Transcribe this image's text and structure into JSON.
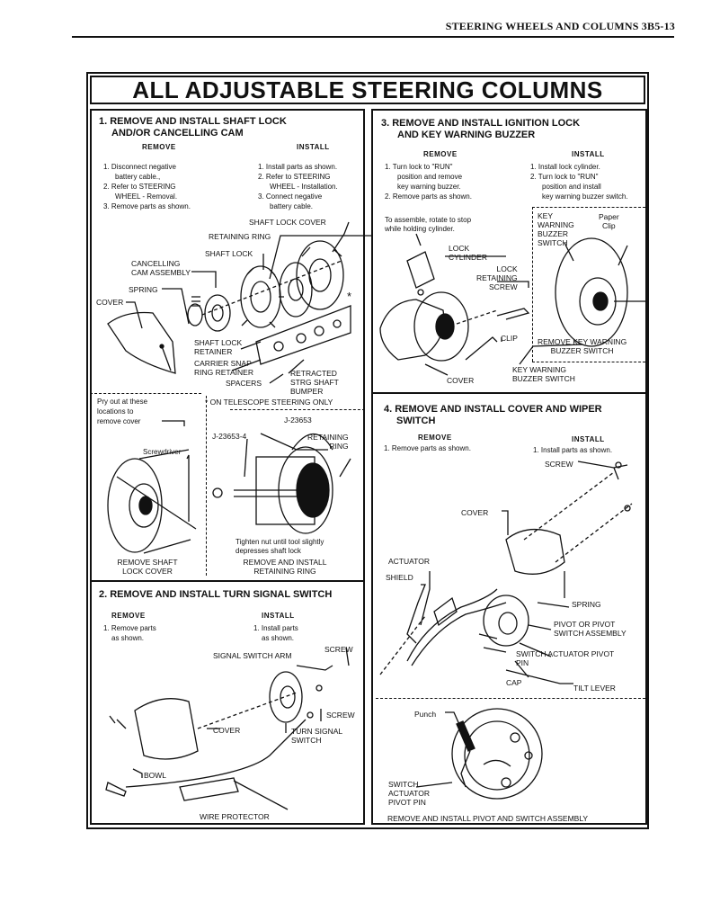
{
  "header": "STEERING WHEELS AND COLUMNS  3B5-13",
  "title": "ALL ADJUSTABLE STEERING COLUMNS",
  "s1": {
    "heading1": "1. REMOVE AND INSTALL SHAFT LOCK",
    "heading2": "AND/OR CANCELLING CAM",
    "remove_title": "REMOVE",
    "install_title": "INSTALL",
    "remove_steps": [
      "1. Disconnect negative",
      "battery cable.,",
      "2. Refer to STEERING",
      "WHEEL - Removal.",
      "3. Remove parts as shown."
    ],
    "install_steps": [
      "1. Install parts as shown.",
      "2. Refer to STEERING",
      "WHEEL - Installation.",
      "3. Connect negative",
      "battery cable."
    ],
    "labels": {
      "shaft_lock_cover": "SHAFT LOCK COVER",
      "retaining_ring": "RETAINING RING",
      "shaft_lock": "SHAFT LOCK",
      "cancelling_cam_1": "CANCELLING",
      "cancelling_cam_2": "CAM ASSEMBLY",
      "spring": "SPRING",
      "cover": "COVER",
      "shaft_lock_retainer_1": "SHAFT LOCK",
      "shaft_lock_retainer_2": "RETAINER",
      "carrier_1": "CARRIER SNAP",
      "carrier_2": "RING RETAINER",
      "spacers": "SPACERS",
      "retracted_1": "RETRACTED",
      "retracted_2": "STRG SHAFT",
      "retracted_3": "BUMPER",
      "asterisk": "*",
      "telescope_note": "* ON TELESCOPE STEERING ONLY"
    },
    "pry_note": [
      "Pry out at these",
      "locations to",
      "remove cover"
    ],
    "screwdriver": "Screwdriver",
    "remove_shaft_cover": [
      "REMOVE SHAFT",
      "LOCK COVER"
    ],
    "j23653": "J-23653",
    "j23653_4": "J-23653-4",
    "retaining_ring": [
      "RETAINING",
      "RING"
    ],
    "tighten_note": [
      "Tighten nut until tool slightly",
      "depresses shaft lock"
    ],
    "remove_install_ring": [
      "REMOVE AND INSTALL",
      "RETAINING RING"
    ]
  },
  "s2": {
    "heading": "2. REMOVE AND INSTALL TURN SIGNAL SWITCH",
    "remove_title": "REMOVE",
    "install_title": "INSTALL",
    "remove_steps": [
      "1. Remove parts",
      "as shown."
    ],
    "install_steps": [
      "1. Install parts",
      "as shown."
    ],
    "labels": {
      "screw_top": "SCREW",
      "signal_arm": "SIGNAL SWITCH ARM",
      "screw": "SCREW",
      "cover": "COVER",
      "turn_signal_1": "TURN SIGNAL",
      "turn_signal_2": "SWITCH",
      "bowl": "BOWL",
      "wire_protector": "WIRE PROTECTOR"
    }
  },
  "s3": {
    "heading1": "3. REMOVE AND INSTALL IGNITION LOCK",
    "heading2": "AND KEY WARNING BUZZER",
    "remove_title": "REMOVE",
    "install_title": "INSTALL",
    "remove_steps": [
      "1. Turn lock to \"RUN\"",
      "position and remove",
      "key warning buzzer.",
      "2. Remove parts as shown."
    ],
    "install_steps": [
      "1. Install lock cylinder.",
      "2. Turn lock to \"RUN\"",
      "position and install",
      "key warning buzzer switch."
    ],
    "assemble_note": [
      "To assemble, rotate to stop",
      "while holding cylinder."
    ],
    "labels": {
      "lock_cylinder_1": "LOCK",
      "lock_cylinder_2": "CYLINDER",
      "lock_retaining_1": "LOCK",
      "lock_retaining_2": "RETAINING",
      "lock_retaining_3": "SCREW",
      "clip": "CLIP",
      "cover": "COVER",
      "key_buzzer_1": "KEY",
      "key_buzzer_2": "WARNING",
      "key_buzzer_3": "BUZZER",
      "key_buzzer_4": "SWITCH",
      "paper": "Paper",
      "clip2": "Clip",
      "remove_key_1": "REMOVE KEY WARNING",
      "remove_key_2": "BUZZER SWITCH",
      "kw_1": "KEY WARNING",
      "kw_2": "BUZZER SWITCH"
    }
  },
  "s4": {
    "heading1": "4. REMOVE AND INSTALL COVER AND WIPER",
    "heading2": "SWITCH",
    "remove_title": "REMOVE",
    "install_title": "INSTALL",
    "remove_steps": [
      "1. Remove parts as shown."
    ],
    "install_steps": [
      "1. Install parts as shown."
    ],
    "labels": {
      "screw": "SCREW",
      "cover": "COVER",
      "actuator": "ACTUATOR",
      "shield": "SHIELD",
      "spring": "SPRING",
      "pivot_1": "PIVOT OR PIVOT",
      "pivot_2": "SWITCH ASSEMBLY",
      "sw_act_1": "SWITCH ACTUATOR PIVOT",
      "sw_act_2": "PIN",
      "cap": "CAP",
      "tilt_lever": "TILT LEVER",
      "punch": "Punch",
      "sw_pin_1": "SWITCH",
      "sw_pin_2": "ACTUATOR",
      "sw_pin_3": "PIVOT PIN"
    },
    "footer": "REMOVE AND INSTALL PIVOT AND SWITCH ASSEMBLY"
  }
}
